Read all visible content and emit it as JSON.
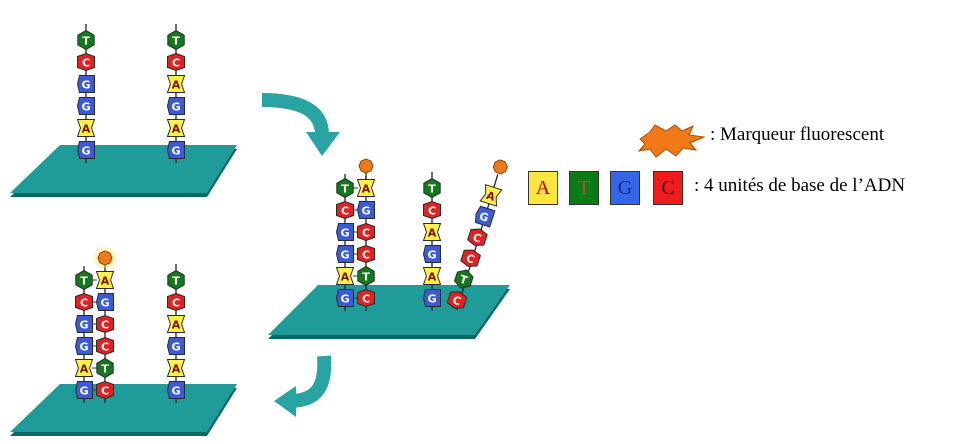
{
  "legend": {
    "marker_label": ": Marqueur fluorescent",
    "bases_label": ": 4 unités de base de l’ADN",
    "bases": [
      {
        "letter": "A",
        "color": "#ffe63c",
        "text_color": "#c00000",
        "name": "adenine"
      },
      {
        "letter": "T",
        "color": "#0c7a16",
        "text_color": "#d04040",
        "name": "thymine"
      },
      {
        "letter": "G",
        "color": "#3565e8",
        "text_color": "#103080",
        "name": "guanine"
      },
      {
        "letter": "C",
        "color": "#ee1c1c",
        "text_color": "#3a0a0a",
        "name": "cytosine"
      }
    ]
  },
  "colors": {
    "A": "#fff04a",
    "T": "#13791c",
    "G": "#3b5bd6",
    "C": "#df2222",
    "plate": "#1f9c9a",
    "plate_shadow": "#0c6663",
    "arrow": "#2aa3a3",
    "marker": "#f07a1a",
    "stick": "#222222"
  },
  "panels": {
    "panel_1": {
      "strands": [
        {
          "id": "p1-s1",
          "seq": [
            "T",
            "C",
            "G",
            "G",
            "A",
            "G"
          ]
        },
        {
          "id": "p1-s2",
          "seq": [
            "T",
            "C",
            "A",
            "G",
            "A",
            "G"
          ]
        }
      ]
    },
    "panel_2": {
      "strands": [
        {
          "id": "p2-s1",
          "seq": [
            "T",
            "C",
            "G",
            "G",
            "A",
            "G"
          ],
          "complement": [
            "A",
            "G",
            "C",
            "C",
            "T",
            "C"
          ],
          "marker": true
        },
        {
          "id": "p2-s2",
          "seq": [
            "T",
            "C",
            "A",
            "G",
            "A",
            "G"
          ],
          "free": [
            "A",
            "G",
            "C",
            "C",
            "T",
            "C"
          ],
          "marker": true
        }
      ]
    },
    "panel_3": {
      "strands": [
        {
          "id": "p3-s1",
          "seq": [
            "T",
            "C",
            "G",
            "G",
            "A",
            "G"
          ],
          "complement": [
            "A",
            "G",
            "C",
            "C",
            "T",
            "C"
          ],
          "marker": true,
          "glow": true
        },
        {
          "id": "p3-s2",
          "seq": [
            "T",
            "C",
            "A",
            "G",
            "A",
            "G"
          ]
        }
      ]
    }
  }
}
